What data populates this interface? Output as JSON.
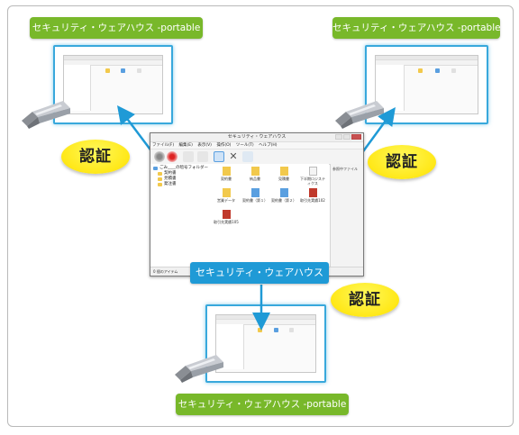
{
  "labels": {
    "portable_top_left": "セキュリティ・ウェアハウス -portable",
    "portable_top_right": "セキュリティ・ウェアハウス -portable",
    "warehouse": "セキュリティ・ウェアハウス",
    "portable_bottom": "セキュリティ・ウェアハウス -portable"
  },
  "auth": {
    "left": "認証",
    "right": "認証",
    "bottom": "認証"
  },
  "main_window": {
    "title": "セキュリティ・ウェアハウス",
    "menu": [
      "ファイル(F)",
      "編集(E)",
      "表示(V)",
      "操作(O)",
      "ツール(T)",
      "ヘルプ(H)"
    ],
    "tree": [
      "ごみ____の暗号フォルダー",
      "契約書",
      "見積書",
      "発注書"
    ],
    "files": [
      "契約書",
      "納品書",
      "見積書",
      "下半期ロジスティクス",
      "営業データ",
      "契約書（第１）",
      "契約書（第２）",
      "取引先実績102",
      "取引先実績105"
    ],
    "info": "参照中ファイル",
    "status": "0 個のアイテム"
  },
  "colors": {
    "green_label": "#78b82a",
    "blue_label": "#1f9ad6",
    "arrow_blue": "#1f9ad6",
    "auth_yellow": "#ffe818",
    "screen_border": "#38a8dc"
  }
}
